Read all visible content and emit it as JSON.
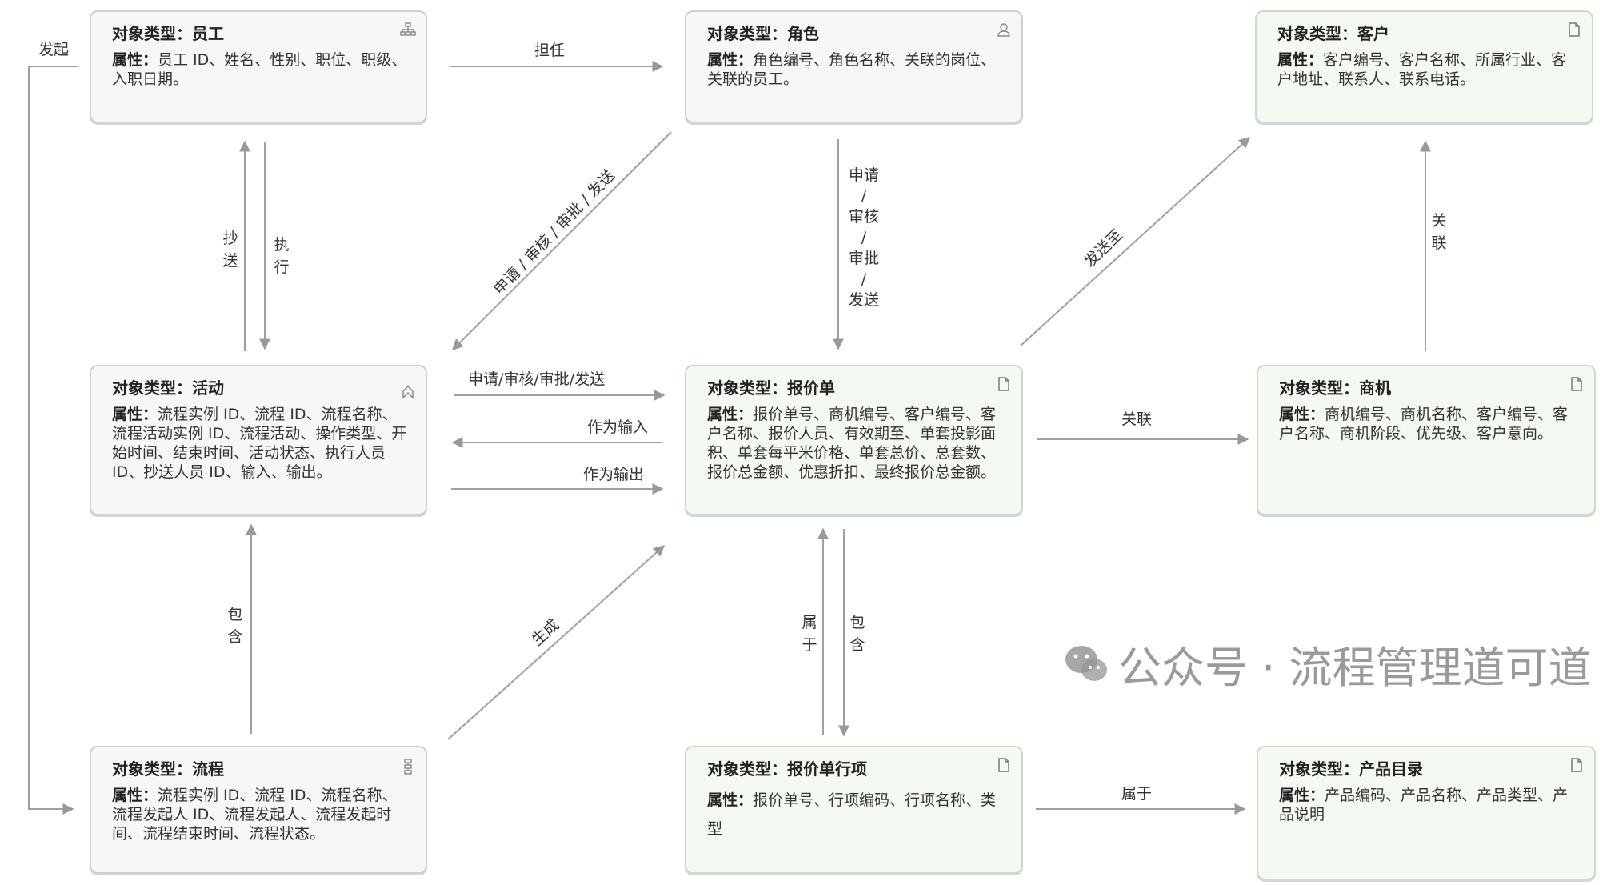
{
  "nodes": {
    "employee": {
      "title": "对象类型：员工",
      "attr_label": "属性：",
      "attrs": "员工 ID、姓名、性别、职位、职级、入职日期。",
      "icon": "org-chart-icon"
    },
    "role": {
      "title": "对象类型：角色",
      "attr_label": "属性：",
      "attrs": "角色编号、角色名称、关联的岗位、关联的员工。",
      "icon": "user-icon"
    },
    "customer": {
      "title": "对象类型：客户",
      "attr_label": "属性：",
      "attrs": "客户编号、客户名称、所属行业、客户地址、联系人、联系电话。",
      "icon": "document-icon"
    },
    "activity": {
      "title": "对象类型：活动",
      "attr_label": "属性：",
      "attrs": "流程实例 ID、流程 ID、流程名称、流程活动实例 ID、流程活动、操作类型、开始时间、结束时间、活动状态、执行人员 ID、抄送人员 ID、输入、输出。",
      "icon": "activity-icon"
    },
    "quote": {
      "title": "对象类型：报价单",
      "attr_label": "属性：",
      "attrs": "报价单号、商机编号、客户编号、客户名称、报价人员、有效期至、单套投影面积、单套每平米价格、单套总价、总套数、报价总金额、优惠折扣、最终报价总金额。",
      "icon": "document-icon"
    },
    "opportunity": {
      "title": "对象类型：商机",
      "attr_label": "属性：",
      "attrs": "商机编号、商机名称、客户编号、客户名称、商机阶段、优先级、客户意向。",
      "icon": "document-icon"
    },
    "process": {
      "title": "对象类型：流程",
      "attr_label": "属性：",
      "attrs": "流程实例 ID、流程 ID、流程名称、流程发起人 ID、流程发起人、流程发起时间、流程结束时间、流程状态。",
      "icon": "process-icon"
    },
    "quote_line": {
      "title": "对象类型：报价单行项",
      "attr_label": "属性：",
      "attrs": "报价单号、行项编码、行项名称、类型",
      "icon": "document-icon"
    },
    "product_catalog": {
      "title": "对象类型：产品目录",
      "attr_label": "属性：",
      "attrs": "产品编码、产品名称、产品类型、产品说明",
      "icon": "document-icon"
    }
  },
  "edges": {
    "initiate": "发起",
    "assume": "担任",
    "role_to_activity": "申请 / 审核 / 审批 / 发送",
    "role_to_quote": [
      "申请",
      "/",
      "审核",
      "/",
      "审批",
      "/",
      "发送"
    ],
    "send_to": "发送至",
    "opp_to_customer": [
      "关",
      "联"
    ],
    "cc": [
      "抄",
      "送"
    ],
    "execute": [
      "执",
      "行"
    ],
    "activity_to_quote": "申请/审核/审批/发送",
    "as_input": "作为输入",
    "as_output": "作为输出",
    "quote_to_opp": "关联",
    "contain_activity": [
      "包",
      "含"
    ],
    "generate": "生成",
    "belong_to_v": [
      "属",
      "于"
    ],
    "contain_line": [
      "包",
      "含"
    ],
    "belong_to_h": "属于"
  },
  "watermark": "公众号 · 流程管理道可道",
  "colors": {
    "edge": "#999999",
    "gray_box": "#f7f7f7",
    "green_box": "#f4faf2"
  }
}
